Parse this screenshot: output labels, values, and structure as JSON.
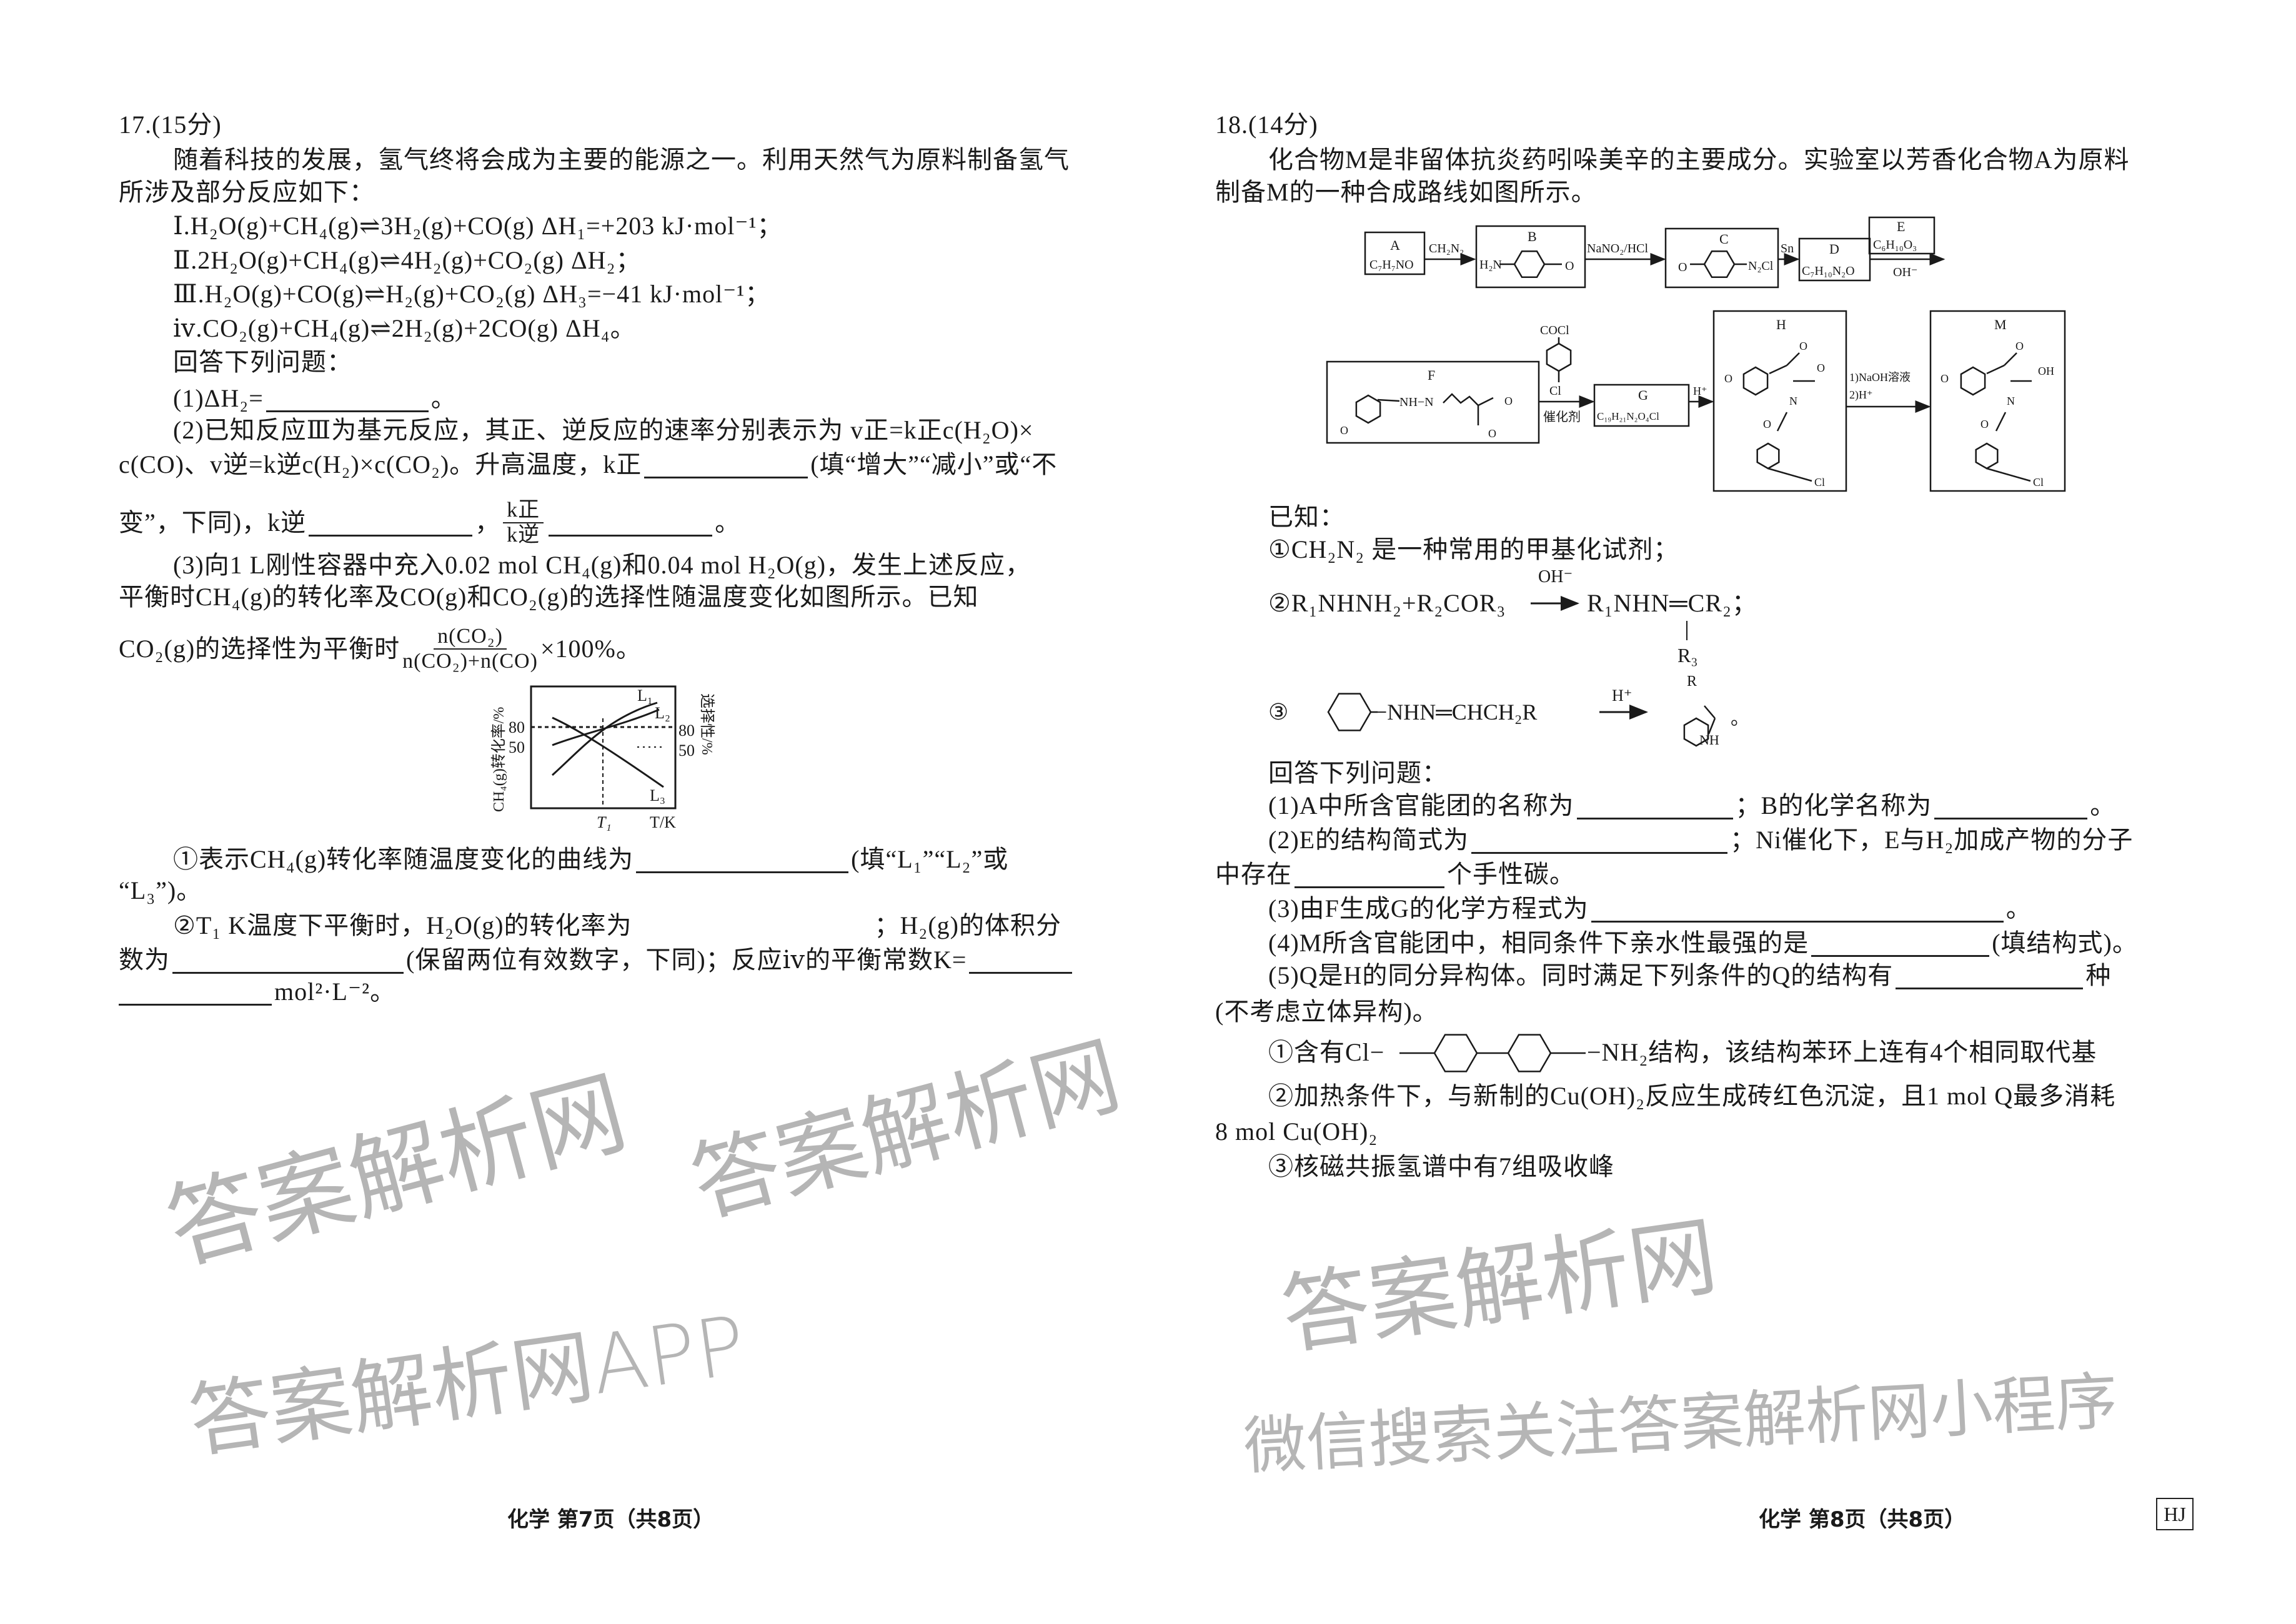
{
  "q17": {
    "title": "17.(15分)",
    "intro1": "随着科技的发展，氢气终将会成为主要的能源之一。利用天然气为原料制备氢气",
    "intro2": "所涉及部分反应如下：",
    "r1": "Ⅰ.H₂O(g)+CH₄(g)⇌3H₂(g)+CO(g)    ΔH₁=+203 kJ·mol⁻¹；",
    "r2": "Ⅱ.2H₂O(g)+CH₄(g)⇌4H₂(g)+CO₂(g)    ΔH₂；",
    "r3": "Ⅲ.H₂O(g)+CO(g)⇌H₂(g)+CO₂(g)    ΔH₃=−41 kJ·mol⁻¹；",
    "r4": "ⅳ.CO₂(g)+CH₄(g)⇌2H₂(g)+2CO(g)    ΔH₄。",
    "answer_prompt": "回答下列问题：",
    "p1_a": "(1)ΔH₂=",
    "p1_b": "。",
    "p2_a": "(2)已知反应Ⅲ为基元反应，其正、逆反应的速率分别表示为 v正=k正c(H₂O)×",
    "p2_b": "c(CO)、v逆=k逆c(H₂)×c(CO₂)。升高温度，k正",
    "p2_c": "(填“增大”“减小”或“不",
    "p2_d": "变”，下同)，k逆",
    "p2_e": "，",
    "p2_frac_num": "k正",
    "p2_frac_den": "k逆",
    "p2_f": "。",
    "p3_a": "(3)向1 L刚性容器中充入0.02 mol CH₄(g)和0.04 mol H₂O(g)，发生上述反应，",
    "p3_b": "平衡时CH₄(g)的转化率及CO(g)和CO₂(g)的选择性随温度变化如图所示。已知",
    "p3_c": "CO₂(g)的选择性为平衡时",
    "p3_frac_num": "n(CO₂)",
    "p3_frac_den": "n(CO₂)+n(CO)",
    "p3_d": "×100%。",
    "chart": {
      "ylabel_left": "CH₄(g)转化率/%",
      "ylabel_right": "选择性/%",
      "tick_80": "80",
      "tick_50": "50",
      "tick_80_r": "80",
      "tick_50_r": "50",
      "curve_1": "L₁",
      "curve_2": "L₂",
      "curve_3": "L₃",
      "x_mark": "T₁",
      "xlabel": "T/K"
    },
    "s1_a": "①表示CH₄(g)转化率随温度变化的曲线为",
    "s1_b": "(填“L₁”“L₂”或",
    "s1_c": "“L₃”)。",
    "s2_a": "②T₁ K温度下平衡时，H₂O(g)的转化率为",
    "s2_b": "；H₂(g)的体积分",
    "s2_c": "数为",
    "s2_d": "(保留两位有效数字，下同)；反应ⅳ的平衡常数K=",
    "s2_e": "mol²·L⁻²。"
  },
  "q18": {
    "title": "18.(14分)",
    "intro1": "化合物M是非留体抗炎药吲哚美辛的主要成分。实验室以芳香化合物A为原料",
    "intro2": "制备M的一种合成路线如图所示。",
    "scheme": {
      "A_label": "A",
      "A_formula": "C₇H₇NO",
      "r_AB": "CH₂N₂",
      "B_label": "B",
      "B_sub_left": "H₂N",
      "B_sub_right": "O",
      "r_BC": "NaNO₂/HCl",
      "C_label": "C",
      "C_sub_left": "O",
      "C_sub_right": "N₂Cl",
      "r_CD": "Sn",
      "D_label": "D",
      "D_formula": "C₇H₁₀N₂O",
      "E_label": "E",
      "E_formula": "C₆H₁₀O₃",
      "r_DE": "OH⁻",
      "F_label": "F",
      "F_chain": "NH−N",
      "F_O1": "O",
      "F_O2": "O",
      "F_O3": "O",
      "reagent_top": "COCl",
      "reagent_cl": "Cl",
      "r_FG": "催化剂",
      "G_label": "G",
      "G_formula": "C₁₉H₂₁N₂O₄Cl",
      "r_GH": "H⁺",
      "H_label": "H",
      "H_O1": "O",
      "H_O2": "O",
      "H_O3": "O",
      "H_O4": "O",
      "H_N": "N",
      "H_Cl": "Cl",
      "r_HM_1": "1)NaOH溶液",
      "r_HM_2": "2)H⁺",
      "M_label": "M",
      "M_O1": "O",
      "M_OH": "OH",
      "M_O3": "O",
      "M_O4": "O",
      "M_N": "N",
      "M_Cl": "Cl"
    },
    "known_title": "已知：",
    "k1": "①CH₂N₂ 是一种常用的甲基化试剂；",
    "k2_a": "②R₁NHNH₂+R₂COR₃",
    "k2_cond": "OH⁻",
    "k2_b": "R₁NHN═CR₂；",
    "k2_r3": "R₃",
    "k3_num": "③",
    "k3_a": "−NHN═CHCH₂R",
    "k3_cond": "H⁺",
    "k3_R": "R",
    "k3_NH": "NH",
    "k3_end": "。",
    "answer_prompt": "回答下列问题：",
    "a1_a": "(1)A中所含官能团的名称为",
    "a1_b": "；B的化学名称为",
    "a1_c": "。",
    "a2_a": "(2)E的结构简式为",
    "a2_b": "；Ni催化下，E与H₂加成产物的分子",
    "a2_c": "中存在",
    "a2_d": "个手性碳。",
    "a3_a": "(3)由F生成G的化学方程式为",
    "a3_b": "。",
    "a4_a": "(4)M所含官能团中，相同条件下亲水性最强的是",
    "a4_b": "(填结构式)。",
    "a5_a": "(5)Q是H的同分异构体。同时满足下列条件的Q的结构有",
    "a5_b": "种",
    "a5_c": "(不考虑立体异构)。",
    "c1_a": "①含有Cl−",
    "c1_b": "−NH₂结构，该结构苯环上连有4个相同取代基",
    "c2_a": "②加热条件下，与新制的Cu(OH)₂反应生成砖红色沉淀，且1 mol Q最多消耗",
    "c2_b": "8 mol Cu(OH)₂",
    "c3": "③核磁共振氢谱中有7组吸收峰"
  },
  "footer": {
    "left": "化学 第7页（共8页）",
    "right": "化学 第8页（共8页）",
    "code": "HJ"
  },
  "watermarks": [
    "答案解析网",
    "答案解析网APP",
    "答案解析网",
    "微信搜索关注答案解析网小程序",
    "答案解析网"
  ]
}
